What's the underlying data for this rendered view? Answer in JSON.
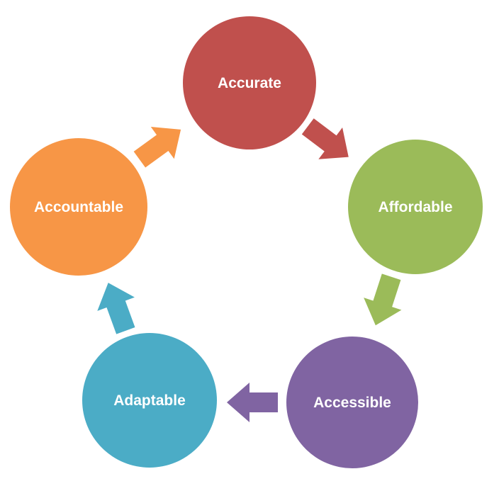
{
  "diagram": {
    "type": "cycle",
    "background_color": "#ffffff",
    "text_color": "#ffffff",
    "nodes": [
      {
        "label": "Accurate",
        "color": "#c0504d"
      },
      {
        "label": "Affordable",
        "color": "#9bbb59"
      },
      {
        "label": "Accessible",
        "color": "#8064a2"
      },
      {
        "label": "Adaptable",
        "color": "#4bacc6"
      },
      {
        "label": "Accountable",
        "color": "#f79646"
      }
    ],
    "arrows": [
      {
        "from": "Accurate",
        "to": "Affordable",
        "color": "#c0504d"
      },
      {
        "from": "Affordable",
        "to": "Accessible",
        "color": "#9bbb59"
      },
      {
        "from": "Accessible",
        "to": "Adaptable",
        "color": "#8064a2"
      },
      {
        "from": "Adaptable",
        "to": "Accountable",
        "color": "#4bacc6"
      },
      {
        "from": "Accountable",
        "to": "Accurate",
        "color": "#f79646"
      }
    ]
  }
}
